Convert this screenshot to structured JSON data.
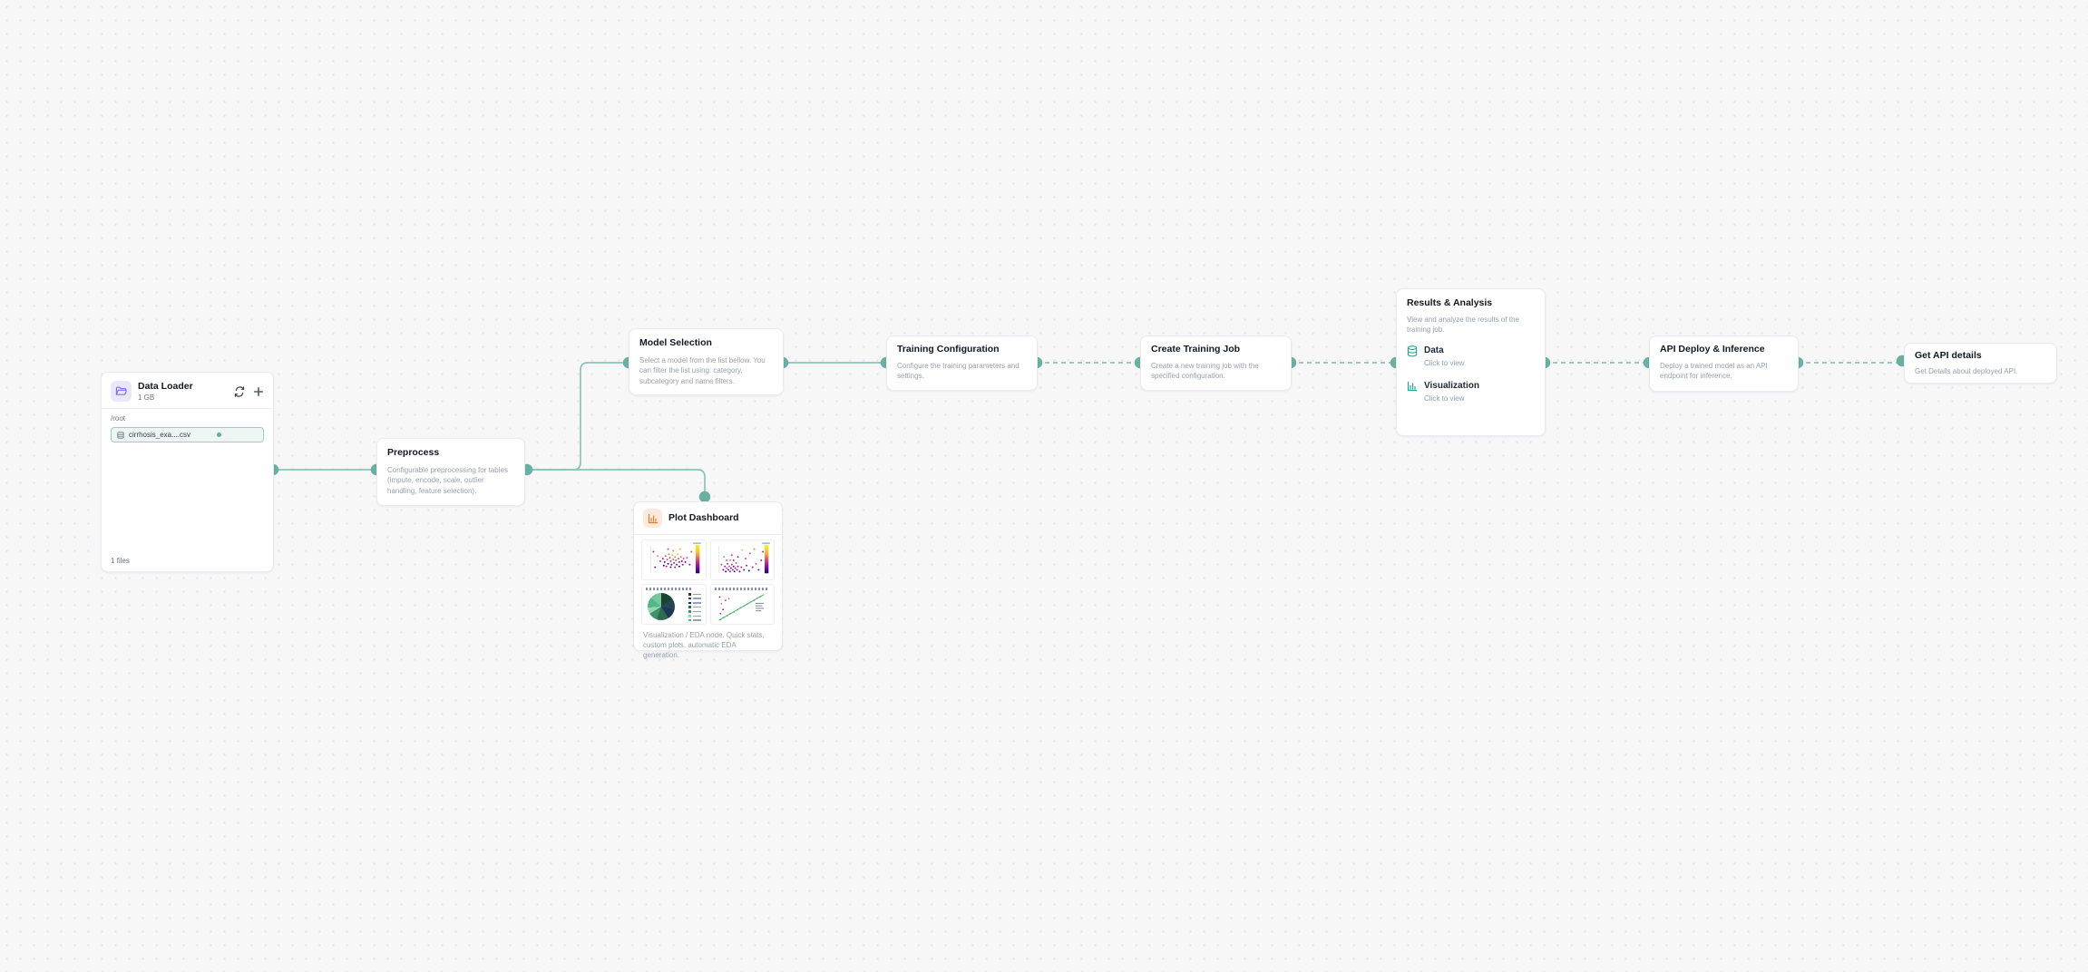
{
  "colors": {
    "canvas_background": "#f7f7f8",
    "edge_teal": "#8cc3b6",
    "handle_teal": "#68b0a1",
    "folder_icon_purple": "#7a6ff0",
    "plot_icon_orange": "#e0812f",
    "results_icon_teal": "#2ba090",
    "file_row_highlight": "#edf6f3"
  },
  "nodes": {
    "data_loader": {
      "title": "Data Loader",
      "subtitle": "1 GB",
      "path_label": "/root",
      "file_name": "cirrhosis_exa....csv",
      "footer": "1 files",
      "header_icon": "folder-icon",
      "actions": [
        "refresh-icon",
        "plus-icon"
      ]
    },
    "preprocess": {
      "title": "Preprocess",
      "description": "Configurable preprocessing for tables (impute, encode, scale, outlier handling, feature selection)."
    },
    "model_selection": {
      "title": "Model Selection",
      "description": "Select a model from the list bellow. You can filter the list using: category, subcategory and name filters."
    },
    "plot_dashboard": {
      "title": "Plot Dashboard",
      "description": "Visualization / EDA node. Quick stats, custom plots, automatic EDA generation.",
      "header_icon": "bar-chart-icon",
      "thumbnails": [
        "scatter-plot-with-colorbar",
        "scatter-plot-with-colorbar",
        "pie-chart-with-legend",
        "scatter-plot-with-trend-line"
      ]
    },
    "training_configuration": {
      "title": "Training Configuration",
      "description": "Configure the training parameters and settings."
    },
    "create_training_job": {
      "title": "Create Training Job",
      "description": "Create a new training job with the specified configuration."
    },
    "results_analysis": {
      "title": "Results & Analysis",
      "description": "View and analyze the results of the training job.",
      "items": [
        {
          "icon": "database-icon",
          "label": "Data",
          "sublabel": "Click to view"
        },
        {
          "icon": "bar-chart-icon",
          "label": "Visualization",
          "sublabel": "Click to view"
        }
      ]
    },
    "api_deploy": {
      "title": "API Deploy & Inference",
      "description": "Deploy a trained model as an API endpoint for inference."
    },
    "get_api_details": {
      "title": "Get API details",
      "description": "Get Details about deployed API."
    }
  }
}
